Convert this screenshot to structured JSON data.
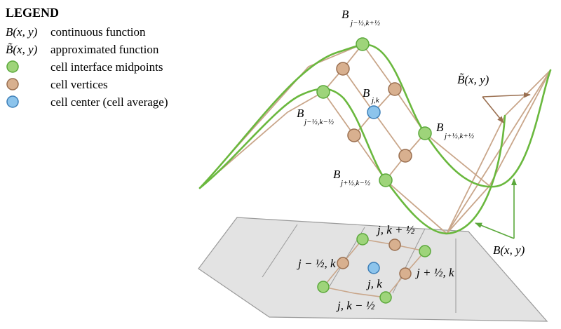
{
  "legend": {
    "title": "LEGEND",
    "items": [
      {
        "symbol": "B(x, y)",
        "text": "continuous function"
      },
      {
        "symbol": "B̃(x, y)",
        "text": "approximated function"
      },
      {
        "marker": "green",
        "text": "cell interface midpoints"
      },
      {
        "marker": "tan",
        "text": "cell vertices"
      },
      {
        "marker": "blue",
        "text": "cell center (cell average)"
      }
    ]
  },
  "colors": {
    "green_fill": "#9ed47a",
    "green_stroke": "#5aa83a",
    "tan_fill": "#d8b08f",
    "tan_stroke": "#9a6f50",
    "blue_fill": "#8cc4ec",
    "blue_stroke": "#3d7fb8",
    "curve": "#6ab83e",
    "mesh": "#c9a68a",
    "plane": "#e3e3e3"
  },
  "labels": {
    "B": "B",
    "B_top_sub": "j−½,k+½",
    "B_center_sub": "j,k",
    "B_left_sub": "j−½,k−½",
    "B_right_sub": "j+½,k+½",
    "B_bottom_sub": "j+½,k−½",
    "tilde_label": "B̃(x, y)",
    "cont_label": "B(x, y)"
  },
  "grid_labels": {
    "top": "j, k + ½",
    "left": "j − ½, k",
    "center": "j, k",
    "right": "j + ½, k",
    "bottom": "j, k − ½"
  }
}
